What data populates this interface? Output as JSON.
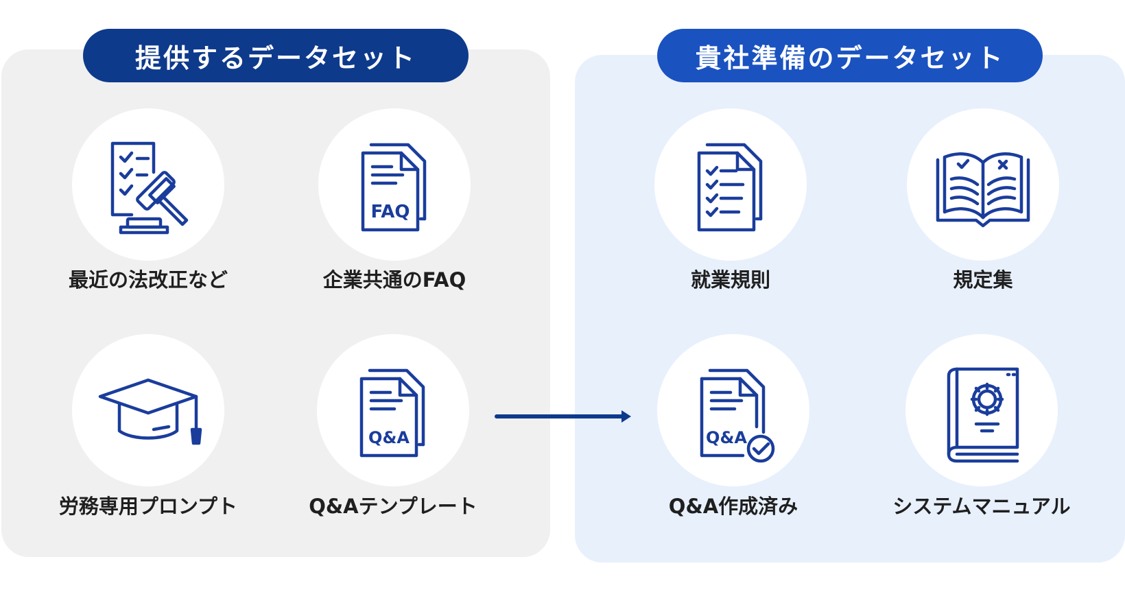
{
  "provided": {
    "title": "提供するデータセット",
    "items": [
      {
        "label": "最近の法改正など",
        "icon": "law-gavel-icon"
      },
      {
        "label": "企業共通のFAQ",
        "icon": "faq-document-icon"
      },
      {
        "label": "労務専用プロンプト",
        "icon": "graduation-cap-icon"
      },
      {
        "label": "Q&Aテンプレート",
        "icon": "qa-document-icon"
      }
    ]
  },
  "company": {
    "title": "貴社準備のデータセット",
    "items": [
      {
        "label": "就業規則",
        "icon": "checklist-document-icon"
      },
      {
        "label": "規定集",
        "icon": "open-book-icon"
      },
      {
        "label": "Q&A作成済み",
        "icon": "qa-document-check-icon"
      },
      {
        "label": "システムマニュアル",
        "icon": "manual-gear-book-icon"
      }
    ]
  },
  "icon_text": {
    "faq": "FAQ",
    "qa": "Q&A"
  },
  "colors": {
    "icon_stroke": "#1a3d9c",
    "left_panel": "#f0f0f0",
    "right_panel": "#e8f0fc",
    "left_pill": "#0e3a8c",
    "right_pill": "#1a52c0",
    "arrow": "#0e3a8c"
  }
}
